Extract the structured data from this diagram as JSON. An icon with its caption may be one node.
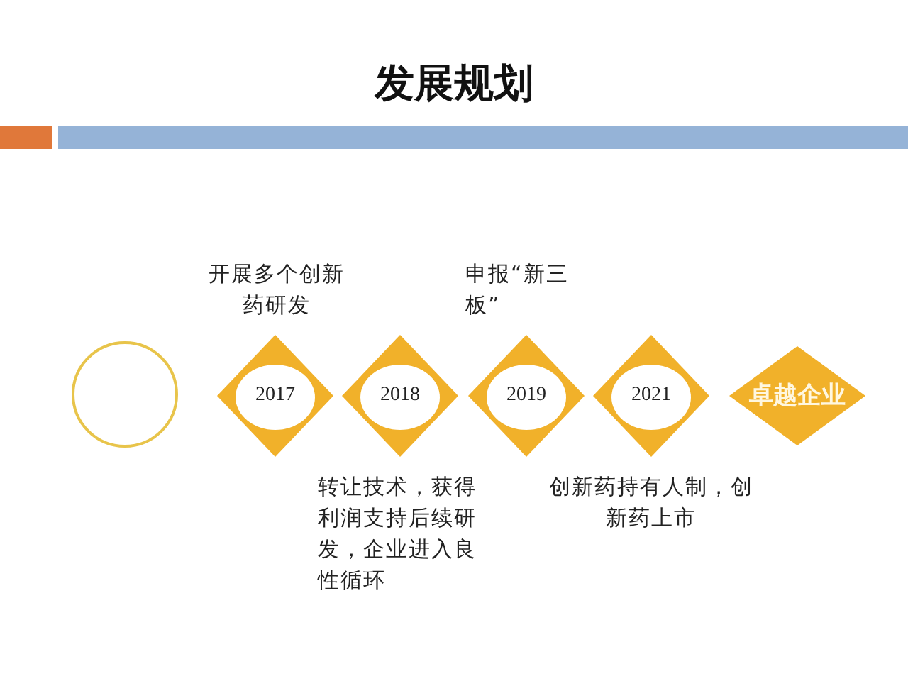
{
  "diagram": {
    "title": "发展规划",
    "nodes": [
      {
        "text": [],
        "shape": "circle"
      },
      {
        "text": [
          "2017"
        ],
        "beside": [
          "开展多个创新药研发"
        ]
      },
      {
        "text": [
          "2018"
        ],
        "beside": [
          "转让技术，获得利润支持后续研发，企业进入良性循环"
        ]
      },
      {
        "text": [
          "2019"
        ],
        "beside": [
          "申报“新三板”"
        ]
      },
      {
        "text": [
          "2021"
        ],
        "beside": [
          "创新药持有人制，创新药上市"
        ]
      },
      {
        "text": [
          "卓越企业"
        ]
      }
    ],
    "edges": []
  }
}
